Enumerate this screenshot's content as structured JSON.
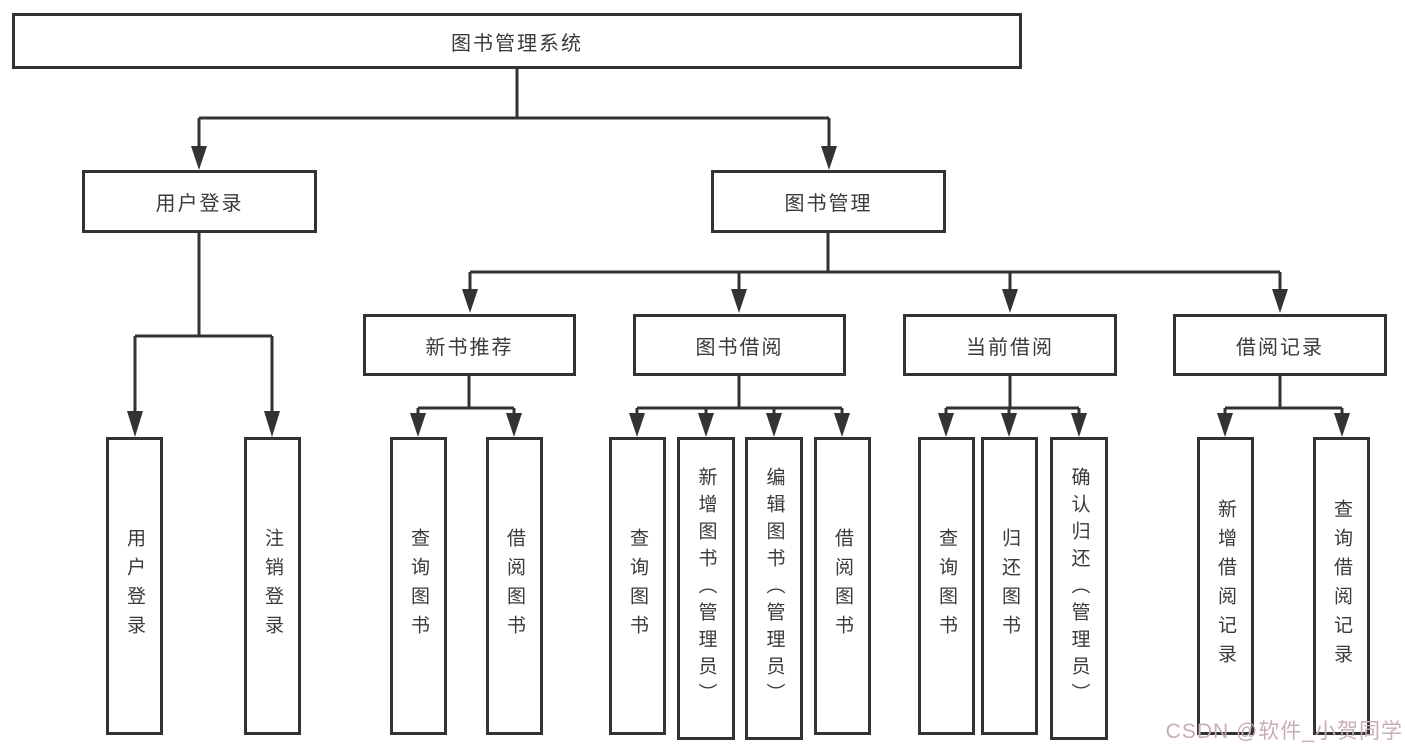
{
  "diagram_type": "hierarchy-tree",
  "tree": {
    "label": "图书管理系统",
    "children": [
      {
        "label": "用户登录",
        "children": [
          {
            "label": "用户登录"
          },
          {
            "label": "注销登录"
          }
        ]
      },
      {
        "label": "图书管理",
        "children": [
          {
            "label": "新书推荐",
            "children": [
              {
                "label": "查询图书"
              },
              {
                "label": "借阅图书"
              }
            ]
          },
          {
            "label": "图书借阅",
            "children": [
              {
                "label": "查询图书"
              },
              {
                "label": "新增图书（管理员）"
              },
              {
                "label": "编辑图书（管理员）"
              },
              {
                "label": "借阅图书"
              }
            ]
          },
          {
            "label": "当前借阅",
            "children": [
              {
                "label": "查询图书"
              },
              {
                "label": "归还图书"
              },
              {
                "label": "确认归还（管理员）"
              }
            ]
          },
          {
            "label": "借阅记录",
            "children": [
              {
                "label": "新增借阅记录"
              },
              {
                "label": "查询借阅记录"
              }
            ]
          }
        ]
      }
    ]
  },
  "watermark": {
    "text": "CSDN @软件_小贺同学"
  },
  "colors": {
    "line": "#333333",
    "text": "#3a3a3a",
    "bg": "#ffffff",
    "watermark": "#c7adb4"
  }
}
